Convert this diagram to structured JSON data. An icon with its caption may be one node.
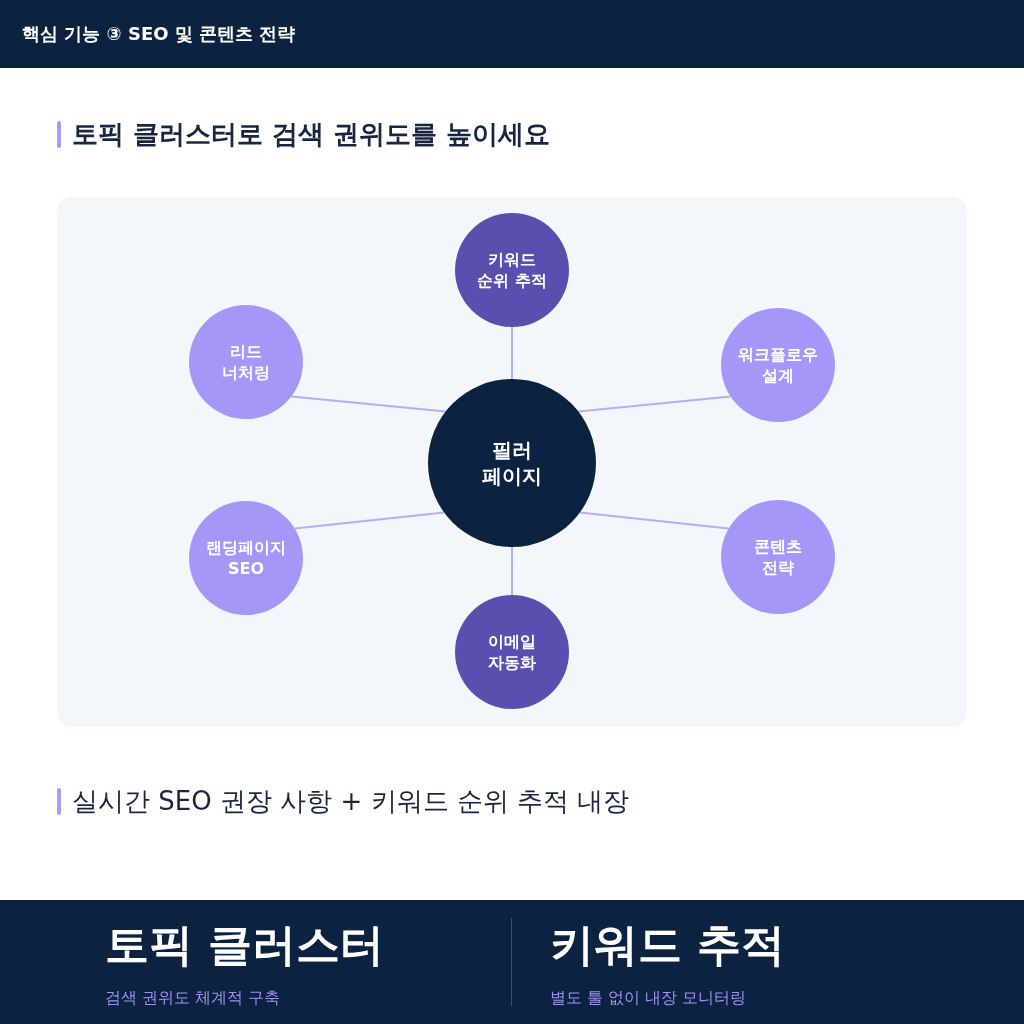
{
  "diagram": {
    "title": "핵심 기능 ③ SEO 및 콘텐츠 전략",
    "nodes": [
      {
        "text": [
          "키워드 순위 추적"
        ]
      },
      {
        "text": [
          "리드 너처링"
        ]
      },
      {
        "text": [
          "워크플로우 설계"
        ]
      },
      {
        "text": [
          "필러 페이지"
        ]
      },
      {
        "text": [
          "랜딩페이지 SEO"
        ]
      },
      {
        "text": [
          "콘텐츠 전략"
        ]
      },
      {
        "text": [
          "이메일 자동화"
        ]
      }
    ],
    "edges": [
      {
        "from": 3,
        "to": 0,
        "arrow": "none"
      },
      {
        "from": 3,
        "to": 1,
        "arrow": "none"
      },
      {
        "from": 3,
        "to": 2,
        "arrow": "none"
      },
      {
        "from": 3,
        "to": 4,
        "arrow": "none"
      },
      {
        "from": 3,
        "to": 5,
        "arrow": "none"
      },
      {
        "from": 3,
        "to": 6,
        "arrow": "none"
      }
    ],
    "labels": [
      "토픽 클러스터로 검색 권위도를 높이세요",
      "실시간 SEO 권장 사항 + 키워드 순위 추적 내장",
      "토픽 클러스터",
      "검색 권위도 체계적 구축",
      "키워드 추적",
      "별도 툴 없이 내장 모니터링"
    ]
  }
}
